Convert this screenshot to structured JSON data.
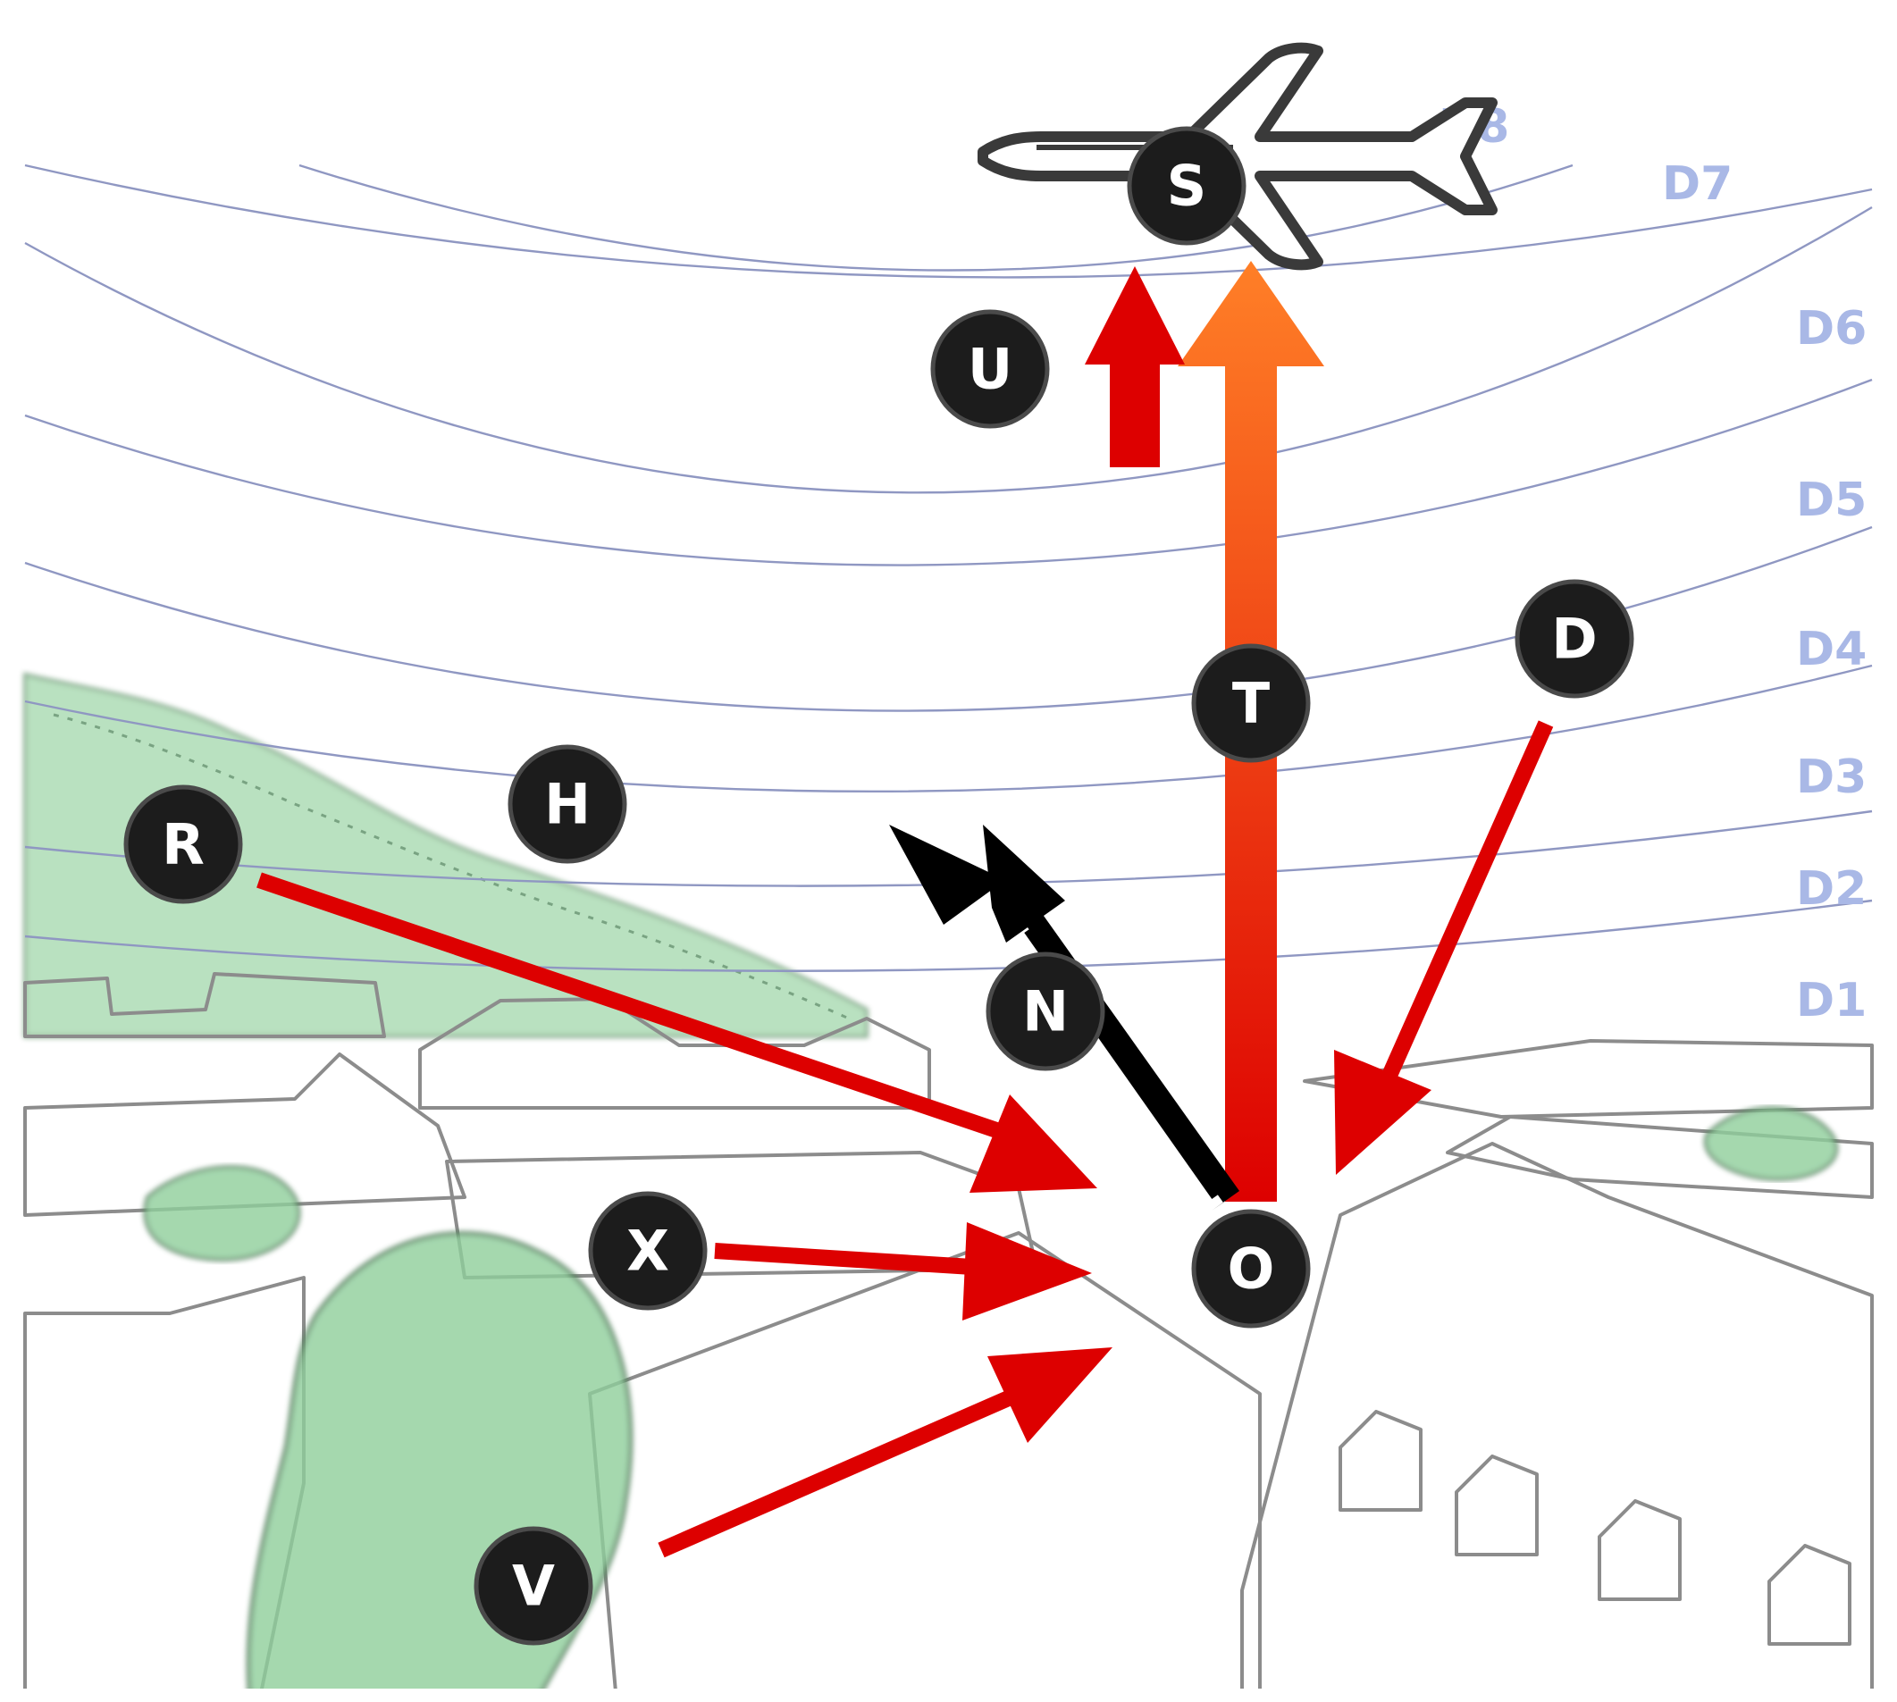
{
  "colors": {
    "red_arrow": "#dd0000",
    "black_arrow": "#000000",
    "orange_top": "#ff7f27",
    "orange_bottom": "#dd0000",
    "layer_label": "#a9b8e6",
    "layer_line": "#8f97c2",
    "node_fill": "#1c1c1c",
    "vegetation": "#9fd6a8"
  },
  "icons": {
    "aircraft": "airplane-icon"
  },
  "layers": [
    {
      "id": "D1",
      "label": "D1"
    },
    {
      "id": "D2",
      "label": "D2"
    },
    {
      "id": "D3",
      "label": "D3"
    },
    {
      "id": "D4",
      "label": "D4"
    },
    {
      "id": "D5",
      "label": "D5"
    },
    {
      "id": "D6",
      "label": "D6"
    },
    {
      "id": "D7",
      "label": "D7"
    },
    {
      "id": "D8",
      "label": "D8"
    }
  ],
  "nodes": {
    "S": {
      "label": "S"
    },
    "U": {
      "label": "U"
    },
    "T": {
      "label": "T"
    },
    "D": {
      "label": "D"
    },
    "H": {
      "label": "H"
    },
    "R": {
      "label": "R"
    },
    "N": {
      "label": "N"
    },
    "X": {
      "label": "X"
    },
    "O": {
      "label": "O"
    },
    "V": {
      "label": "V"
    }
  }
}
